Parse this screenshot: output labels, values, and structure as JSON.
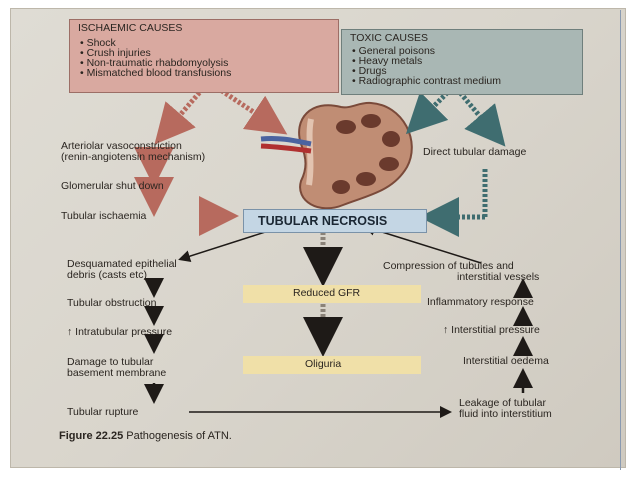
{
  "ischaemic": {
    "title": "ISCHAEMIC CAUSES",
    "items": [
      "Shock",
      "Crush injuries",
      "Non-traumatic rhabdomyolysis",
      "Mismatched blood transfusions"
    ]
  },
  "toxic": {
    "title": "TOXIC CAUSES",
    "items": [
      "General poisons",
      "Heavy metals",
      "Drugs",
      "Radiographic contrast medium"
    ]
  },
  "left": {
    "vaso_1": "Arteriolar vasoconstriction",
    "vaso_2": "(renin-angiotensin mechanism)",
    "glom": "Glomerular shut down",
    "isch": "Tubular ischaemia",
    "desq_1": "Desquamated epithelial",
    "desq_2": "debris (casts etc)",
    "obstr": "Tubular obstruction",
    "intra": "↑ Intratubular pressure",
    "dmg_1": "Damage to tubular",
    "dmg_2": "basement membrane",
    "rupt": "Tubular rupture"
  },
  "center": {
    "necrosis": "TUBULAR NECROSIS",
    "gfr": "Reduced GFR",
    "oliguria": "Oliguria"
  },
  "right": {
    "direct": "Direct tubular damage",
    "comp_1": "Compression of tubules and",
    "comp_2": "interstitial vessels",
    "inflam": "Inflammatory response",
    "interp": "↑ Interstitial pressure",
    "oedema": "Interstitial oedema",
    "leak_1": "Leakage of tubular",
    "leak_2": "fluid into interstitium"
  },
  "caption": {
    "number": "Figure 22.25",
    "text": "Pathogenesis of ATN."
  },
  "colors": {
    "ischaemic_box": "#d9a9a0",
    "toxic_box": "#a9b7b4",
    "necrosis_box": "#c4d6e4",
    "highlight_box": "#f0e0a8",
    "arrow_red": "#b76a5e",
    "arrow_teal": "#3f6d70"
  }
}
